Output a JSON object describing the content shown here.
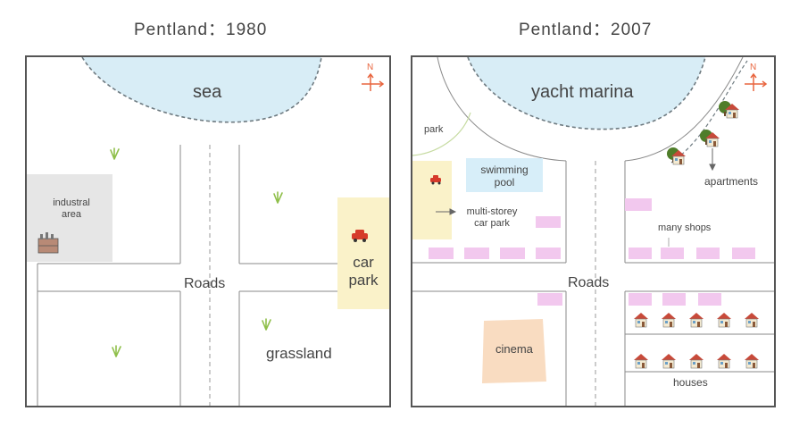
{
  "maps": [
    {
      "title": "Pentland：1980",
      "compass": "N",
      "labels": {
        "sea": "sea",
        "industrial_area": "industral\narea",
        "car_park": "car\npark",
        "roads": "Roads",
        "grassland": "grassland"
      },
      "icons": [
        "grass-icon",
        "factory-icon",
        "car-icon"
      ]
    },
    {
      "title": "Pentland：2007",
      "compass": "N",
      "labels": {
        "marina": "yacht marina",
        "park": "park",
        "swimming_pool": "swimming\npool",
        "multi_storey": "multi-storey\ncar park",
        "apartments": "apartments",
        "shops": "many shops",
        "roads": "Roads",
        "cinema": "cinema",
        "houses": "houses"
      },
      "icons": [
        "tree-icon",
        "house-icon",
        "car-icon"
      ]
    }
  ],
  "colors": {
    "water": "#d8edf6",
    "industrial": "#e6e6e6",
    "car_park": "#faf2c9",
    "pool": "#d7eef9",
    "shop": "#f2c8ee",
    "cinema": "#f9dcc1",
    "park_line": "#c6dba1",
    "compass": "#e8653f"
  }
}
